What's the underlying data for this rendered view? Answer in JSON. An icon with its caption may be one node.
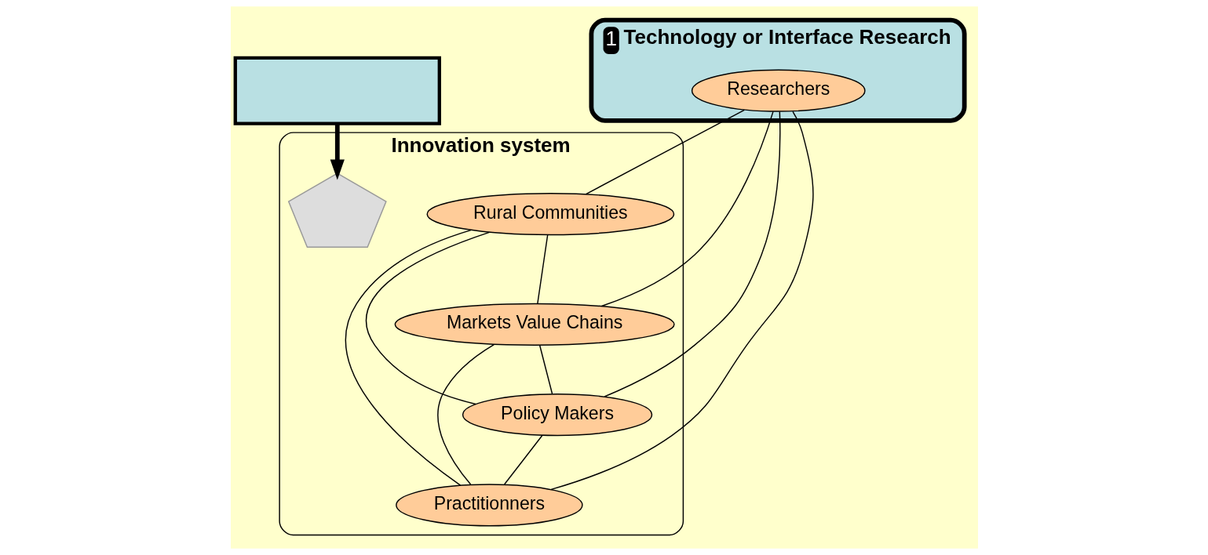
{
  "diagram": {
    "nodes": [
      {
        "text": [
          "Innovation system"
        ]
      },
      {
        "text": [
          "1",
          "Technology or Interface Research"
        ]
      },
      {
        "text": [
          "Researchers"
        ],
        "in": 1
      },
      {
        "text": [
          "Rural Communities"
        ],
        "in": 0
      },
      {
        "text": [
          "Markets Value Chains"
        ],
        "in": 0
      },
      {
        "text": [
          "Policy Makers"
        ],
        "in": 0
      },
      {
        "text": [
          "Practitionners"
        ],
        "in": 0
      },
      {
        "text": [],
        "shape": "polygon",
        "in": 0
      },
      {
        "text": [],
        "shape": "box"
      }
    ],
    "edges": [
      {
        "from": 2,
        "to": 3,
        "arrow": "none"
      },
      {
        "from": 2,
        "to": 4,
        "arrow": "none"
      },
      {
        "from": 2,
        "to": 5,
        "arrow": "none"
      },
      {
        "from": 2,
        "to": 6,
        "arrow": "none"
      },
      {
        "from": 3,
        "to": 4,
        "arrow": "none"
      },
      {
        "from": 3,
        "to": 5,
        "arrow": "none"
      },
      {
        "from": 3,
        "to": 6,
        "arrow": "none"
      },
      {
        "from": 4,
        "to": 5,
        "arrow": "none"
      },
      {
        "from": 4,
        "to": 6,
        "arrow": "none"
      },
      {
        "from": 5,
        "to": 6,
        "arrow": "none"
      },
      {
        "from": 8,
        "to": 7,
        "arrow": "to",
        "style": "thick"
      }
    ]
  }
}
